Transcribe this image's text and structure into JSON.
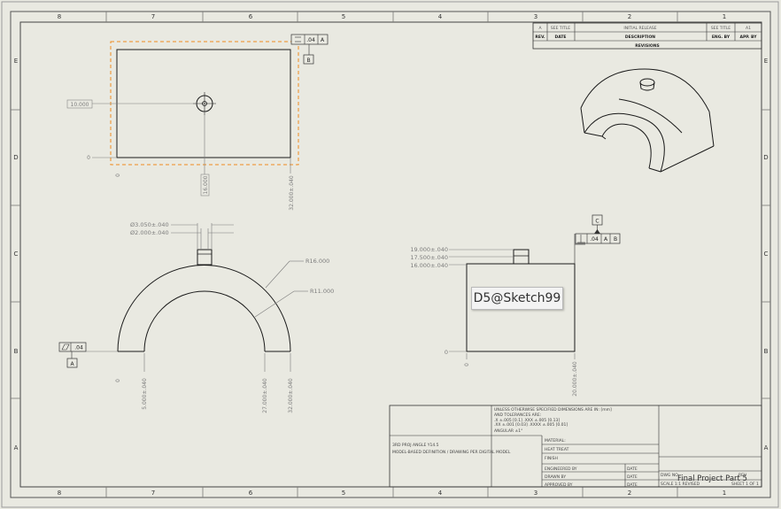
{
  "sheet": {
    "zones_x": [
      "8",
      "7",
      "6",
      "5",
      "4",
      "3",
      "2",
      "1"
    ],
    "zones_y": [
      "E",
      "D",
      "C",
      "B",
      "A"
    ]
  },
  "revisions": {
    "row": [
      "A",
      "SEE TITLE",
      "INITIAL RELEASE",
      "SEE TITLE",
      "A1"
    ],
    "headers": [
      "REV.",
      "DATE",
      "DESCRIPTION",
      "ENG. BY",
      "APP. BY"
    ],
    "title": "REVISIONS"
  },
  "top_view": {
    "fcf": [
      ".04",
      "A"
    ],
    "datum": "B",
    "dim_x": "10.000",
    "dim_y": "16.000",
    "ord_zero_left": "0",
    "ord_zero_bottom": "0",
    "ord_right": "32.000±.040"
  },
  "front_view": {
    "dia1": "Ø3.050±.040",
    "dia2": "Ø2.000±.040",
    "r_outer": "R16.000",
    "r_inner": "R11.000",
    "fcf": [
      ".04"
    ],
    "datum": "A",
    "ord": [
      "0",
      "5.000±.040",
      "27.000±.040",
      "32.000±.040"
    ]
  },
  "side_view": {
    "datum": "C",
    "fcf": [
      ".04",
      "A",
      "B"
    ],
    "ord_left": [
      "19.000±.040",
      "17.500±.040",
      "16.000±.040",
      "0"
    ],
    "ord_bottom": [
      "0",
      "20.000±.040"
    ]
  },
  "tooltip": "D5@Sketch99",
  "title_block": {
    "tol_line1": "UNLESS OTHERWISE SPECIFIED DIMENSIONS ARE IN: [mm]",
    "tol_line2": "AND TOLERANCES ARE:",
    "tol_line3": ".X ±.005 [0.1]      .XXX ±.005 [0.13]",
    "tol_line4": ".XX ±.001 [0.03]    .XXXX ±.005 [0.01]",
    "tol_line5": "ANGULAR  ±1°",
    "note1": "3RD PROJ ANGLE Y14.5",
    "note2": "MODEL-BASED DEFINITION / DRAWING PER DIGITAL MODEL",
    "rows": [
      "MATERIAL:",
      "HEAT TREAT",
      "FINISH",
      "ENGINEERED BY",
      "DRAWN BY",
      "APPROVED BY"
    ],
    "date_label": "DATE",
    "part_title": "Final Project Part 5",
    "scale": "SCALE 1:1   REVISED",
    "sheet": "SHEET 1 OF 1",
    "dwg_no_label": "DWG NO",
    "rev_label": "REV"
  },
  "colors": {
    "background": "#e9e9e1",
    "line": "#1a1a1a",
    "dim": "#7c7c7c",
    "selection": "#f08c1e"
  }
}
